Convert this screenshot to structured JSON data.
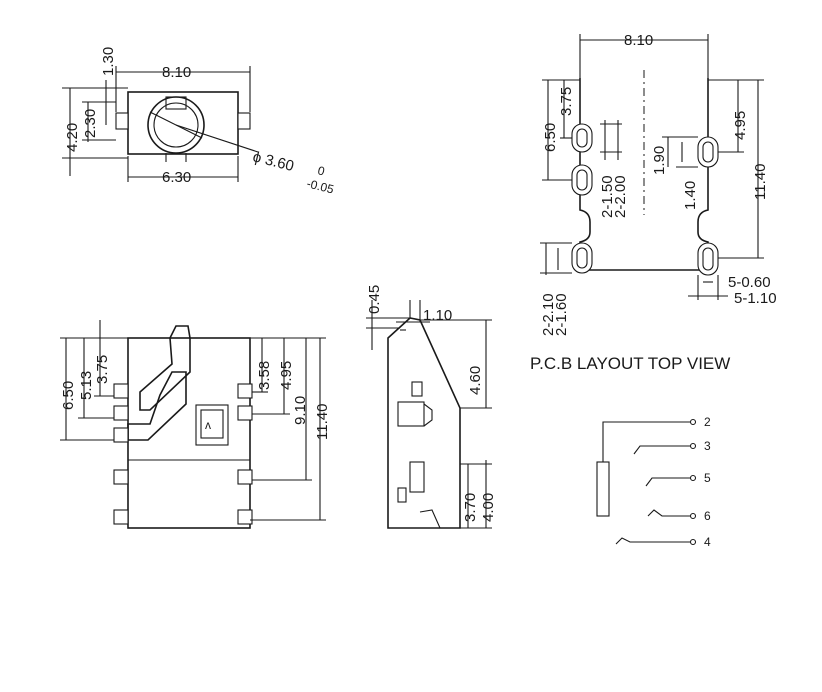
{
  "top_view": {
    "width_total": "8.10",
    "width_body": "6.30",
    "height_total": "4.20",
    "height_mid": "2.30",
    "height_small": "1.30",
    "diameter": "ϕ 3.60",
    "tol_upper": "0",
    "tol_lower": "-0.05"
  },
  "pcb_layout": {
    "width": "8.10",
    "d_375": "3.75",
    "d_650": "6.50",
    "d_495": "4.95",
    "d_190": "1.90",
    "d_140": "1.40",
    "d_1140": "11.40",
    "slot_150": "2-1.50",
    "slot_200": "2-2.00",
    "slot_210": "2-2.10",
    "slot_160": "2-1.60",
    "slot_060": "5-0.60",
    "slot_110": "5-1.10",
    "title": "P.C.B LAYOUT TOP VIEW"
  },
  "front_view": {
    "d_650": "6.50",
    "d_513": "5.13",
    "d_375": "3.75",
    "d_358": "3.58",
    "d_495": "4.95",
    "d_910": "9.10",
    "d_1140": "11.40"
  },
  "side_view": {
    "d_045": "0.45",
    "d_110": "1.10",
    "d_460": "4.60",
    "d_370": "3.70",
    "d_400": "4.00"
  },
  "schematic": {
    "pins": [
      "2",
      "3",
      "5",
      "6",
      "4"
    ]
  }
}
